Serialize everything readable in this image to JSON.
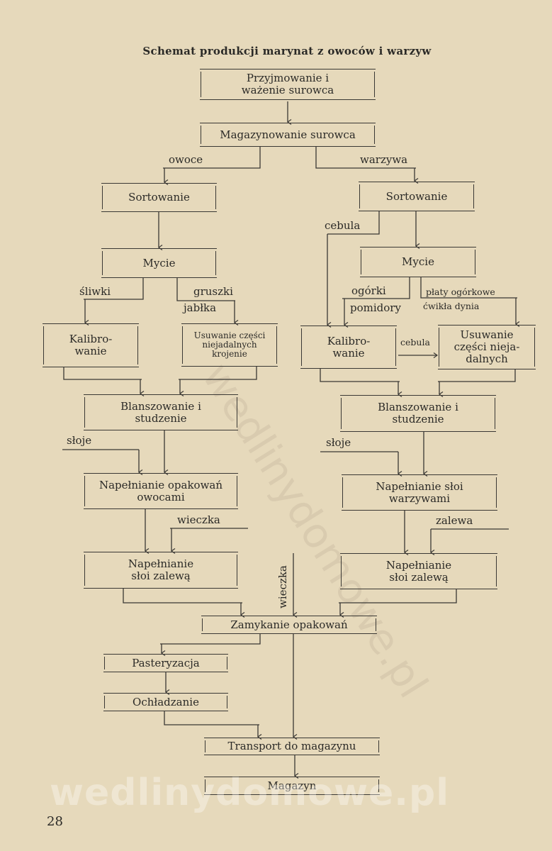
{
  "title": "Schemat produkcji marynat z owoców i warzyw",
  "boxes": {
    "receiving": "Przyjmowanie i ważenie surowca",
    "storage": "Magazynowanie surowca",
    "sort_fruit": "Sortowanie",
    "sort_veg": "Sortowanie",
    "wash_fruit": "Mycie",
    "wash_veg": "Mycie",
    "calib_fruit": "Kalibro- wanie",
    "remove_fruit": "Usuwanie części niejadalnych krojenie",
    "calib_veg": "Kalibro- wanie",
    "remove_veg": "Usuwanie części nieja- dalnych",
    "blanch_fruit": "Blanszowanie i studzenie",
    "blanch_veg": "Blanszowanie i studzenie",
    "fill_fruit": "Napełnianie opakowań owocami",
    "fill_veg": "Napełnianie słoi warzywami",
    "brine_fruit": "Napełnianie słoi zalewą",
    "brine_veg": "Napełnianie słoi zalewą",
    "closing": "Zamykanie opakowań",
    "pasteurization": "Pasteryzacja",
    "cooling": "Ochładzanie",
    "transport": "Transport do magazynu",
    "warehouse": "Magazyn"
  },
  "labels": {
    "fruit": "owoce",
    "vegetables": "warzywa",
    "onion1": "cebula",
    "plums": "śliwki",
    "pears": "gruszki",
    "apples": "jabłka",
    "cucumbers": "ogórki",
    "tomatoes": "pomidory",
    "cucumber_slices": "płaty ogórkowe",
    "beet_pumpkin": "ćwikła dynia",
    "onion2": "cebula",
    "jars1": "słoje",
    "jars2": "słoje",
    "lids1": "wieczka",
    "brine": "zalewa",
    "lids2": "wieczka"
  },
  "page_number": "28",
  "watermark": "wedlinydomowe.pl"
}
